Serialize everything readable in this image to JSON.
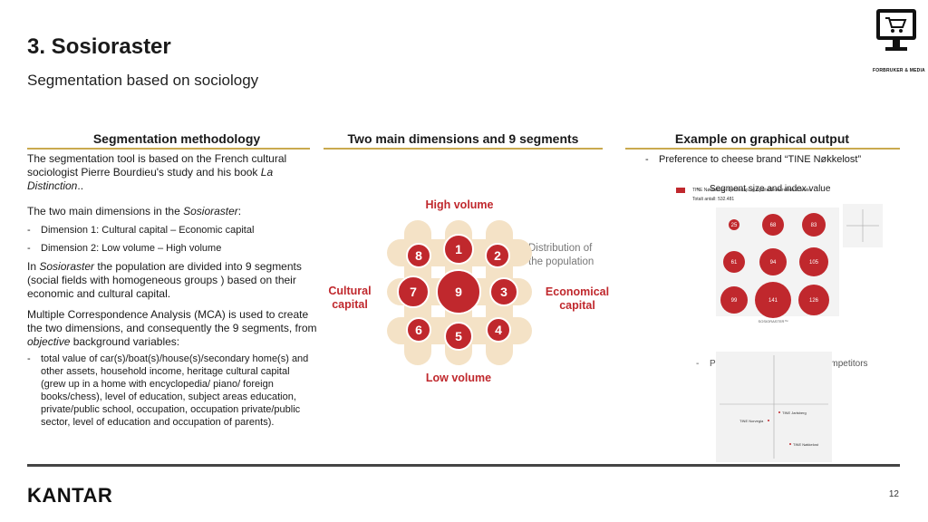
{
  "header": {
    "title": "3. Sosioraster",
    "subtitle": "Segmentation based on sociology",
    "badge": "FORBRUKER & MEDIA"
  },
  "columns": {
    "left": {
      "heading": "Segmentation methodology",
      "para1_a": "The segmentation tool is based on the French cultural sociologist Pierre Bourdieu's study and his book ",
      "para1_i": "La Distinction",
      "para1_b": "..",
      "para2_a": "The two main dimensions in the ",
      "para2_i": "Sosioraster",
      "para2_b": ":",
      "dim1": "Dimension 1:  Cultural capital – Economic capital",
      "dim2": "Dimension 2:  Low volume – High volume",
      "para3_a": "In ",
      "para3_i": "Sosioraster",
      "para3_b": " the population are divided into 9 segments (social fields with homogeneous groups ) based on their economic and cultural capital.",
      "para4_a": "Multiple Correspondence Analysis (MCA) is used to create the two dimensions, and consequently the 9 segments, from ",
      "para4_i": "objective",
      "para4_b": " background variables:",
      "bullet": "total value of car(s)/boat(s)/house(s)/secondary home(s) and other assets, household income, heritage cultural capital (grew up in a home with encyclopedia/ piano/ foreign books/chess), level of education, subject areas education, private/public school, occupation, occupation private/public sector, level of education and occupation of parents)."
    },
    "middle": {
      "heading": "Two main dimensions and 9 segments",
      "high": "High volume",
      "low": "Low volume",
      "cultural": "Cultural capital",
      "economical": "Economical capital",
      "distribution": "Distribution of the population",
      "segments": [
        "1",
        "2",
        "3",
        "4",
        "5",
        "6",
        "7",
        "8",
        "9"
      ]
    },
    "right": {
      "heading": "Example on graphical output",
      "b1": "Preference to cheese brand “TINE Nøkkelost”",
      "b2": "Segment size and index value",
      "legend1": "TINE Nøkkelost - kjennskap og lojalitet.Foretrekker å bruke",
      "legend2": "Totalt antall: 532.481",
      "bubbles": [
        "25",
        "68",
        "83",
        "61",
        "94",
        "105",
        "99",
        "141",
        "126"
      ],
      "bubble_caption": "SOSIORASTER™",
      "b3": "Position of Brand and main competitors",
      "brands": [
        "TINE Jarlsberg",
        "TINE Norvegia",
        "TINE Nøkkelost"
      ]
    }
  },
  "footer": {
    "logo": "KANTAR",
    "page": "12"
  },
  "colors": {
    "accent_red": "#c0282d",
    "gold_rule": "#c9a94e"
  }
}
